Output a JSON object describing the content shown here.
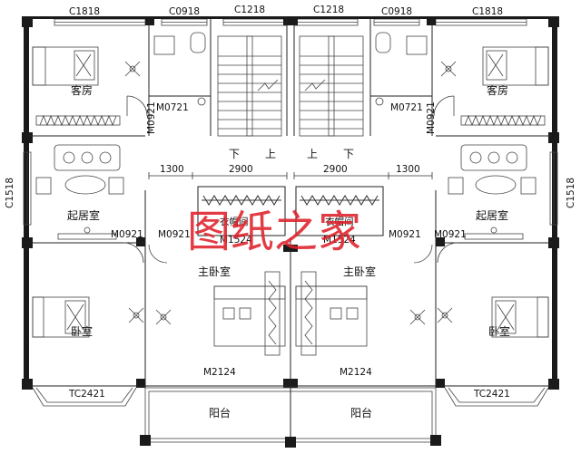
{
  "watermark": "图纸之家",
  "windows": {
    "top_left": "C1818",
    "top_left_c0918": "C0918",
    "top_mid_left": "C1218",
    "top_mid_right": "C1218",
    "top_right_c0918": "C0918",
    "top_right": "C1818",
    "side_left": "C1518",
    "side_right": "C1518",
    "bay_left": "TC2421",
    "bay_right": "TC2421"
  },
  "doors": {
    "bath_left": "M0721",
    "bath_left_v": "M0921",
    "bath_right": "M0721",
    "bath_right_v": "M0921",
    "living_left": "M0921",
    "master_left": "M0921",
    "closet_left": "M1524",
    "closet_right": "M1524",
    "master_right": "M0921",
    "living_right": "M0921",
    "balcony_left": "M2124",
    "balcony_right": "M2124"
  },
  "rooms": {
    "guest_left": "客房",
    "guest_right": "客房",
    "living_left": "起居室",
    "living_right": "起居室",
    "closet_left": "衣帽间",
    "closet_right": "衣帽间",
    "master_left": "主卧室",
    "master_right": "主卧室",
    "bedroom_left": "卧室",
    "bedroom_right": "卧室",
    "balcony_left": "阳台",
    "balcony_right": "阳台"
  },
  "stairs": {
    "left_down": "下",
    "left_up": "上",
    "right_up": "上",
    "right_down": "下"
  },
  "dimensions": {
    "left_1300": "1300",
    "left_2900": "2900",
    "right_2900": "2900",
    "right_1300": "1300"
  }
}
